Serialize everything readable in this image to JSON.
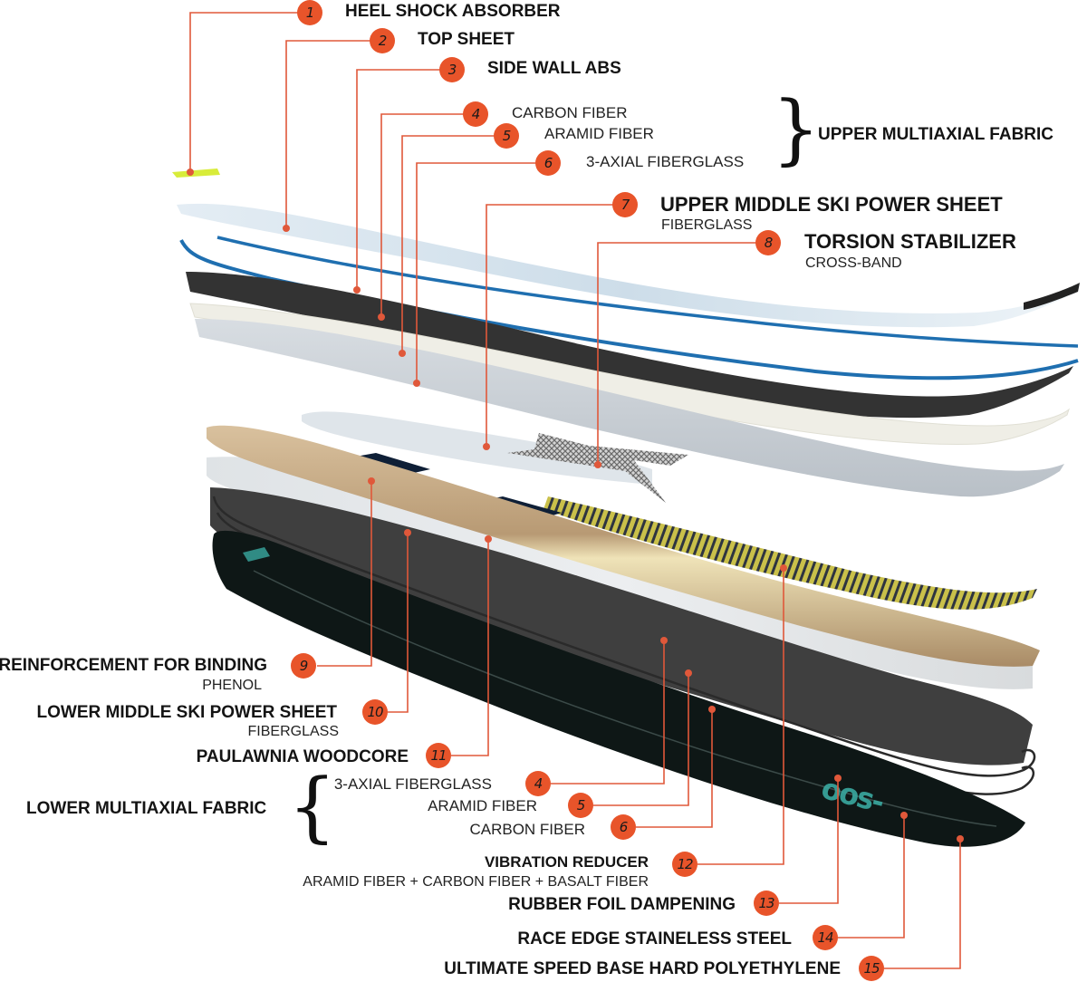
{
  "title": "Ski construction exploded view",
  "colors": {
    "accent": "#e8542a",
    "callout_line": "#e0583a",
    "top_sheet": "#d6e4ef",
    "side_wall": "#1f6fb0",
    "carbon": "#3a3a3a",
    "aramid": "#f0efe8",
    "fiberglass": "#c9cdd2",
    "woodcore": "#c8aa86",
    "phenol": "#0f1f36",
    "vibration_reducer": "#c9c04a",
    "base": "#0d1514",
    "base_logo": "#3aa9a0",
    "heel_shock": "#d8ec3a"
  },
  "callouts": [
    {
      "num": "1",
      "label": "HEEL SHOCK ABSORBER",
      "sub": ""
    },
    {
      "num": "2",
      "label": "TOP SHEET",
      "sub": ""
    },
    {
      "num": "3",
      "label": "SIDE WALL ABS",
      "sub": ""
    },
    {
      "num": "4",
      "label": "CARBON FIBER",
      "sub": ""
    },
    {
      "num": "5",
      "label": "ARAMID FIBER",
      "sub": ""
    },
    {
      "num": "6",
      "label": "3-AXIAL FIBERGLASS",
      "sub": ""
    },
    {
      "num": "7",
      "label": "UPPER MIDDLE SKI POWER SHEET",
      "sub": "FIBERGLASS"
    },
    {
      "num": "8",
      "label": "TORSION STABILIZER",
      "sub": "CROSS-BAND"
    },
    {
      "num": "9",
      "label": "REINFORCEMENT FOR BINDING",
      "sub": "PHENOL"
    },
    {
      "num": "10",
      "label": "LOWER MIDDLE SKI POWER SHEET",
      "sub": "FIBERGLASS"
    },
    {
      "num": "11",
      "label": "PAULAWNIA WOODCORE",
      "sub": ""
    },
    {
      "num": "4",
      "label": "3-AXIAL FIBERGLASS",
      "sub": ""
    },
    {
      "num": "5",
      "label": "ARAMID FIBER",
      "sub": ""
    },
    {
      "num": "6",
      "label": "CARBON FIBER",
      "sub": ""
    },
    {
      "num": "12",
      "label": "VIBRATION REDUCER",
      "sub": "ARAMID FIBER + CARBON FIBER + BASALT FIBER"
    },
    {
      "num": "13",
      "label": "RUBBER  FOIL DAMPENING",
      "sub": ""
    },
    {
      "num": "14",
      "label": "RACE EDGE STAINELESS STEEL",
      "sub": ""
    },
    {
      "num": "15",
      "label": "ULTIMATE SPEED BASE HARD POLYETHYLENE",
      "sub": ""
    }
  ],
  "groups": {
    "upper": {
      "label": "UPPER MULTIAXIAL FABRIC",
      "brace": "}"
    },
    "lower": {
      "label": "LOWER MULTIAXIAL FABRIC",
      "brace": "{"
    }
  }
}
